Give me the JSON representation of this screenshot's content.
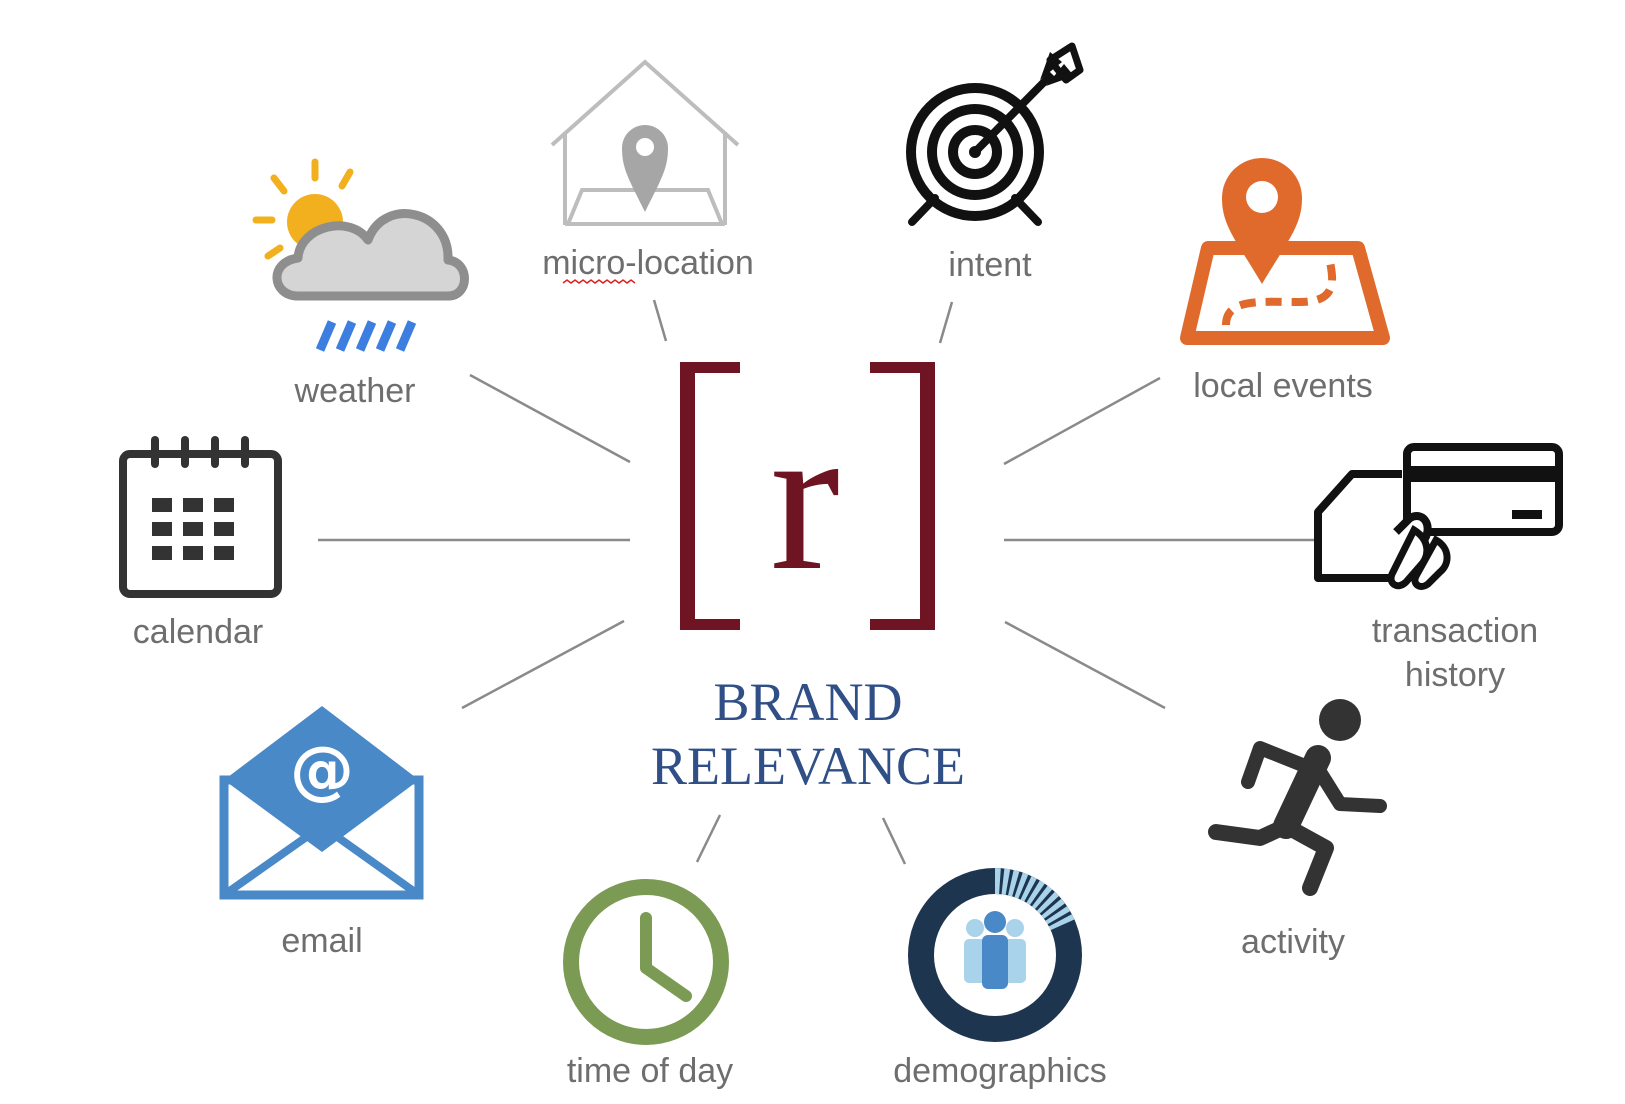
{
  "center": {
    "logo_letter": "r",
    "title_line1": "BRAND",
    "title_line2": "RELEVANCE"
  },
  "nodes": {
    "weather": "weather",
    "micro_location": "micro-location",
    "intent": "intent",
    "local_events": "local events",
    "calendar": "calendar",
    "transaction_line1": "transaction",
    "transaction_line2": "history",
    "email": "email",
    "activity": "activity",
    "time_of_day": "time of day",
    "demographics": "demographics"
  },
  "colors": {
    "logo": "#6e1423",
    "brand_text": "#2f4f86",
    "connector": "#8a8a8a",
    "label": "#6e6e6e",
    "sun": "#f2b01e",
    "rain": "#3d7fe0",
    "map_pin": "#e06a2c",
    "email_blue": "#4a89c8",
    "clock_green": "#7b9a54",
    "demo_navy": "#1e3550",
    "demo_light": "#a9d3ea"
  },
  "icons": {
    "weather": "cloud-sun-rain-icon",
    "micro_location": "house-pin-icon",
    "intent": "target-arrow-icon",
    "local_events": "map-pin-route-icon",
    "calendar": "calendar-icon",
    "transaction_history": "hand-card-icon",
    "email": "envelope-at-icon",
    "activity": "running-person-icon",
    "time_of_day": "clock-icon",
    "demographics": "people-donut-icon"
  }
}
